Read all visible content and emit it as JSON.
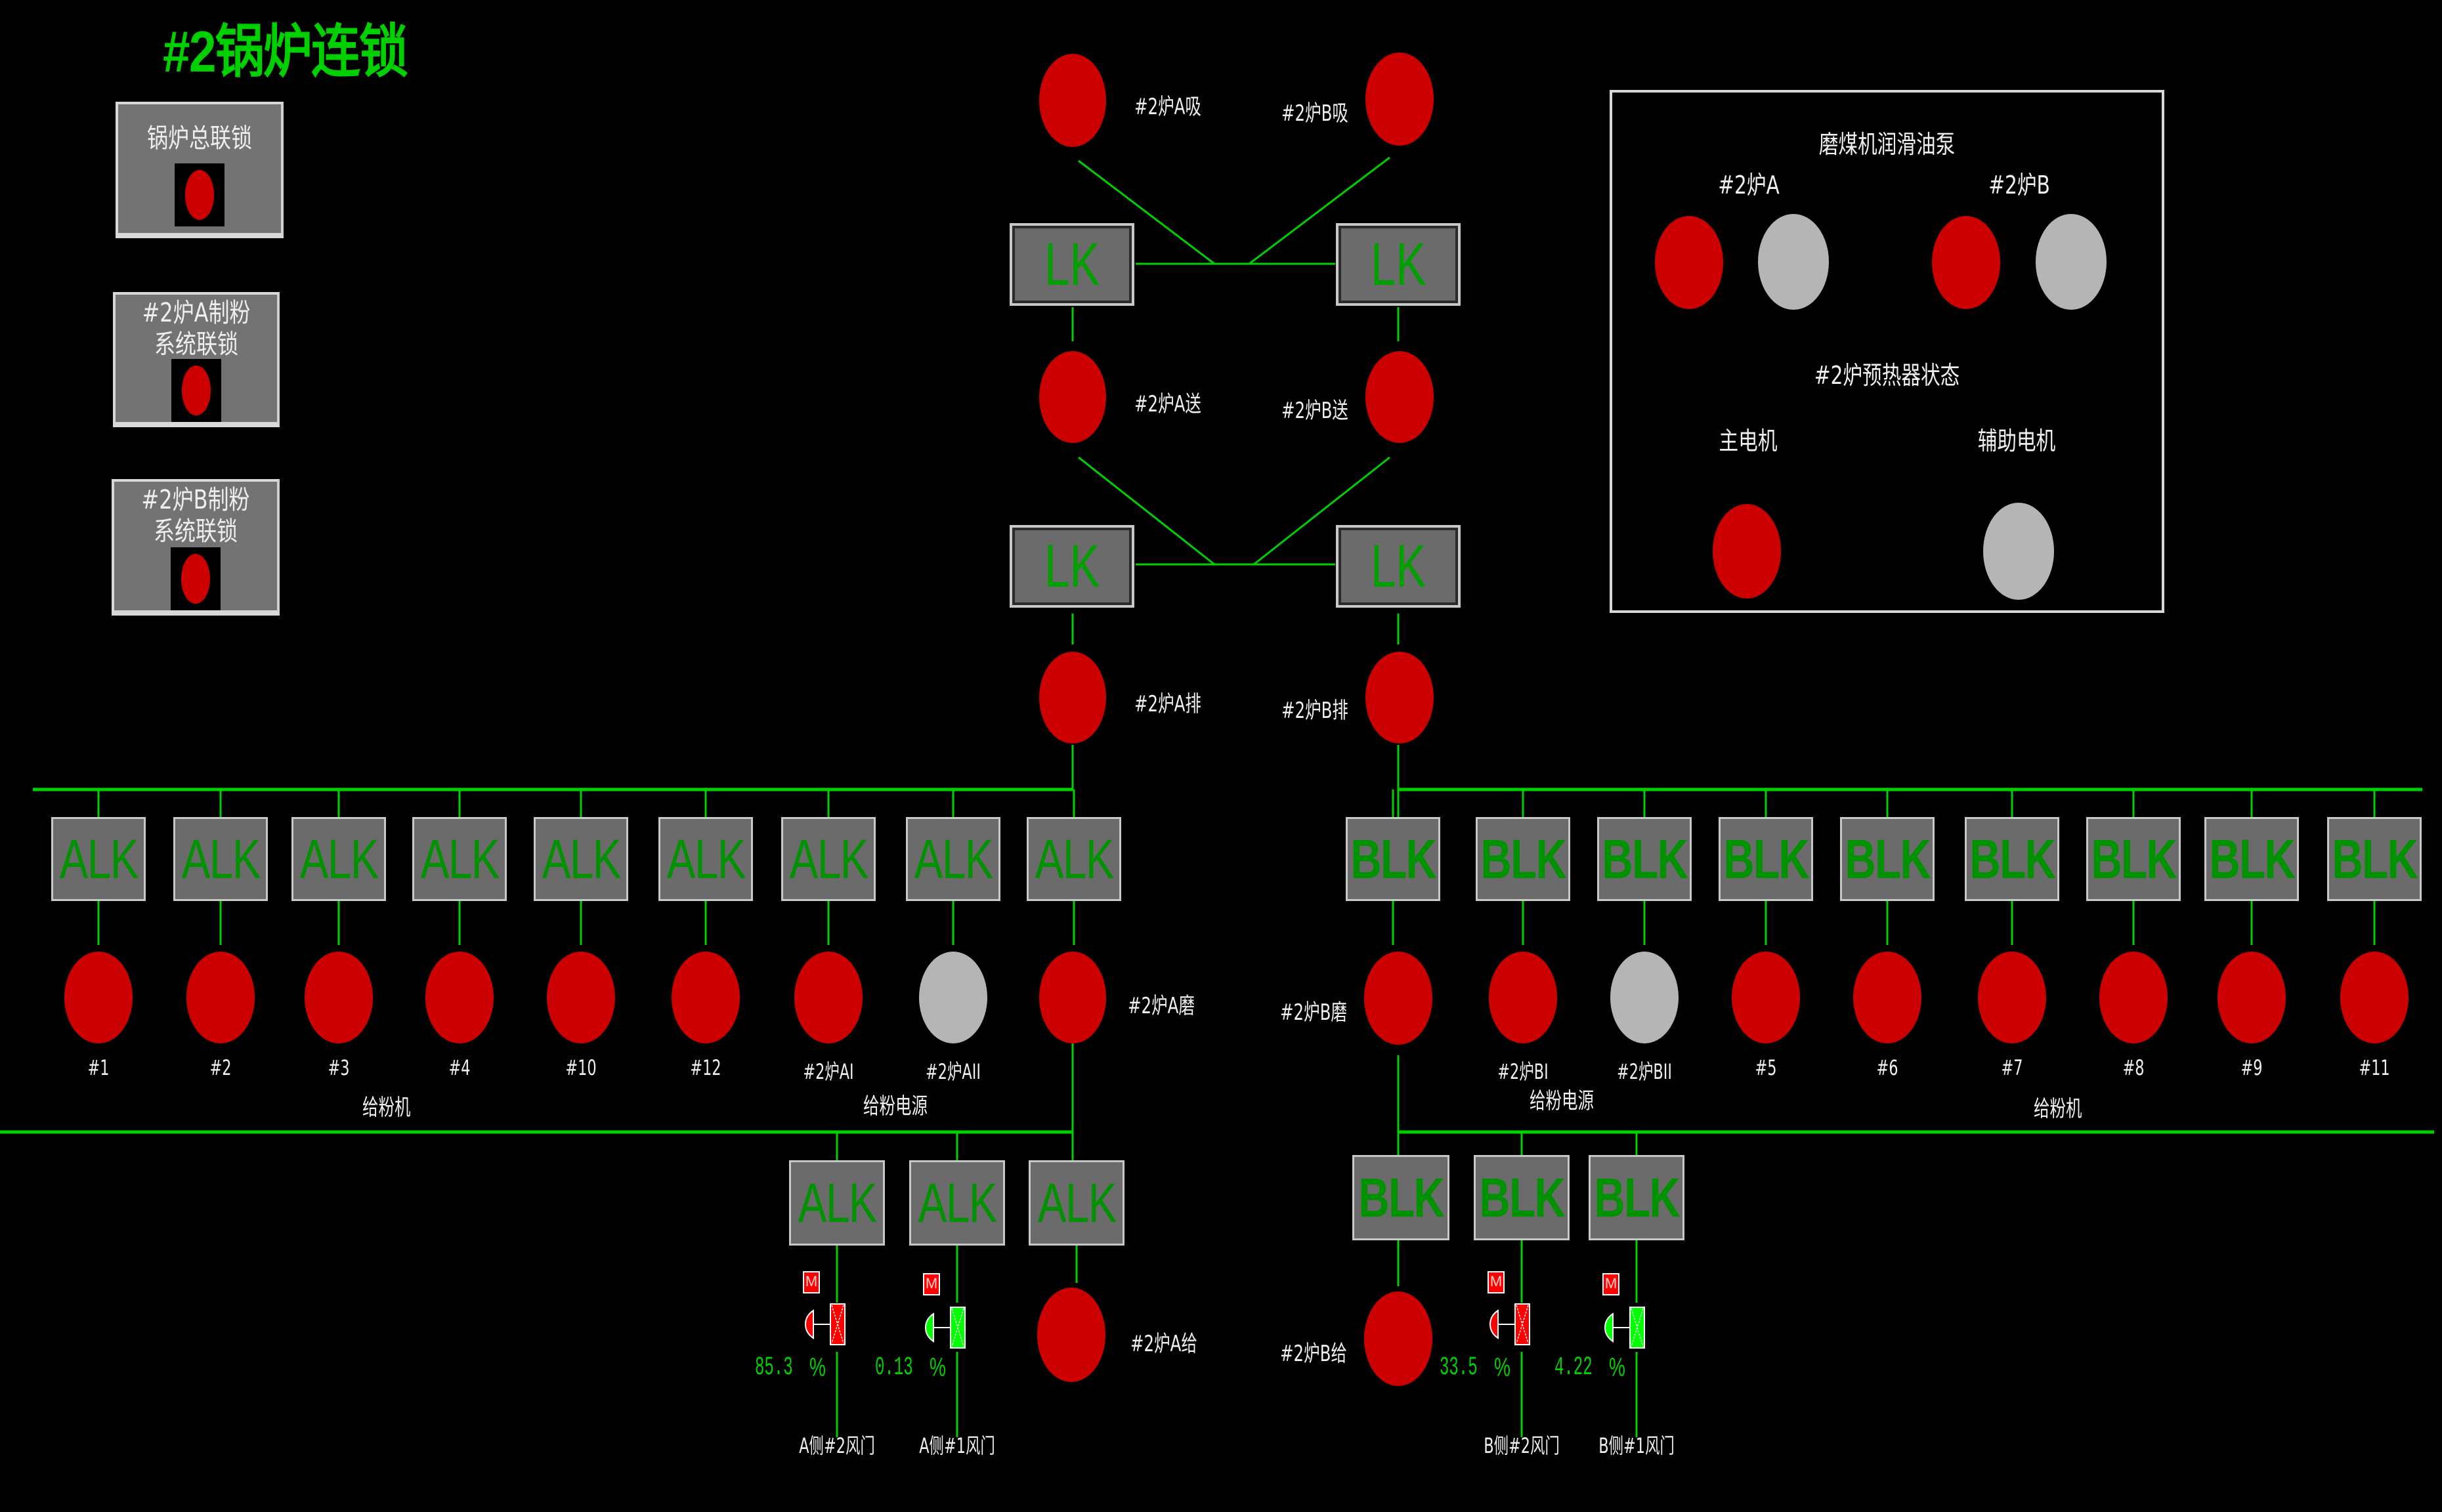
{
  "title": "#2锅炉连锁",
  "lock_buttons": [
    {
      "label": "锅炉总联锁",
      "state": "on"
    },
    {
      "label": "#2炉A制粉\n系统联锁",
      "state": "on"
    },
    {
      "label": "#2炉B制粉\n系统联锁",
      "state": "on"
    }
  ],
  "fans": {
    "a_induced": {
      "label": "#2炉A吸",
      "state": "on"
    },
    "b_induced": {
      "label": "#2炉B吸",
      "state": "on"
    },
    "a_forced": {
      "label": "#2炉A送",
      "state": "on"
    },
    "b_forced": {
      "label": "#2炉B送",
      "state": "on"
    },
    "a_exhaust": {
      "label": "#2炉A排",
      "state": "on"
    },
    "b_exhaust": {
      "label": "#2炉B排",
      "state": "on"
    }
  },
  "lk_label": "LK",
  "alk_label": "ALK",
  "blk_label": "BLK",
  "side_panel": {
    "oil_pump_title": "磨煤机润滑油泵",
    "furnace_a": "#2炉A",
    "furnace_b": "#2炉B",
    "pump_states": [
      "on",
      "off",
      "on",
      "off"
    ],
    "preheater_title": "#2炉预热器状态",
    "main_motor": "主电机",
    "aux_motor": "辅助电机",
    "main_motor_state": "on",
    "aux_motor_state": "off"
  },
  "a_feeders": [
    {
      "label": "#1",
      "state": "on"
    },
    {
      "label": "#2",
      "state": "on"
    },
    {
      "label": "#3",
      "state": "on"
    },
    {
      "label": "#4",
      "state": "on"
    },
    {
      "label": "#10",
      "state": "on"
    },
    {
      "label": "#12",
      "state": "on"
    },
    {
      "label": "#2炉AI",
      "state": "on"
    },
    {
      "label": "#2炉AII",
      "state": "off"
    }
  ],
  "a_mill": {
    "label": "#2炉A磨",
    "state": "on"
  },
  "b_mill": {
    "label": "#2炉B磨",
    "state": "on"
  },
  "b_feeders": [
    {
      "label": "#2炉BI",
      "state": "on"
    },
    {
      "label": "#2炉BII",
      "state": "off"
    },
    {
      "label": "#5",
      "state": "on"
    },
    {
      "label": "#6",
      "state": "on"
    },
    {
      "label": "#7",
      "state": "on"
    },
    {
      "label": "#8",
      "state": "on"
    },
    {
      "label": "#9",
      "state": "on"
    },
    {
      "label": "#11",
      "state": "on"
    }
  ],
  "group_labels": {
    "a_feeder": "给粉机",
    "a_power": "给粉电源",
    "b_power": "给粉电源",
    "b_feeder": "给粉机"
  },
  "a_primary": {
    "label": "#2炉A给",
    "state": "on"
  },
  "b_primary": {
    "label": "#2炉B给",
    "state": "on"
  },
  "dampers": [
    {
      "side": "A",
      "label": "A侧#2风门",
      "value": "85.3",
      "unit": "%",
      "mode": "M",
      "status": "closed"
    },
    {
      "side": "A",
      "label": "A侧#1风门",
      "value": "0.13",
      "unit": "%",
      "mode": "M",
      "status": "open"
    },
    {
      "side": "B",
      "label": "B侧#2风门",
      "value": "33.5",
      "unit": "%",
      "mode": "M",
      "status": "closed"
    },
    {
      "side": "B",
      "label": "B侧#1风门",
      "value": "4.22",
      "unit": "%",
      "mode": "M",
      "status": "open"
    }
  ],
  "colors": {
    "running": "#cc0000",
    "stopped": "#b5b5b5",
    "line": "#00d000",
    "damper_closed": "#ff0000",
    "damper_open": "#00ff00"
  }
}
